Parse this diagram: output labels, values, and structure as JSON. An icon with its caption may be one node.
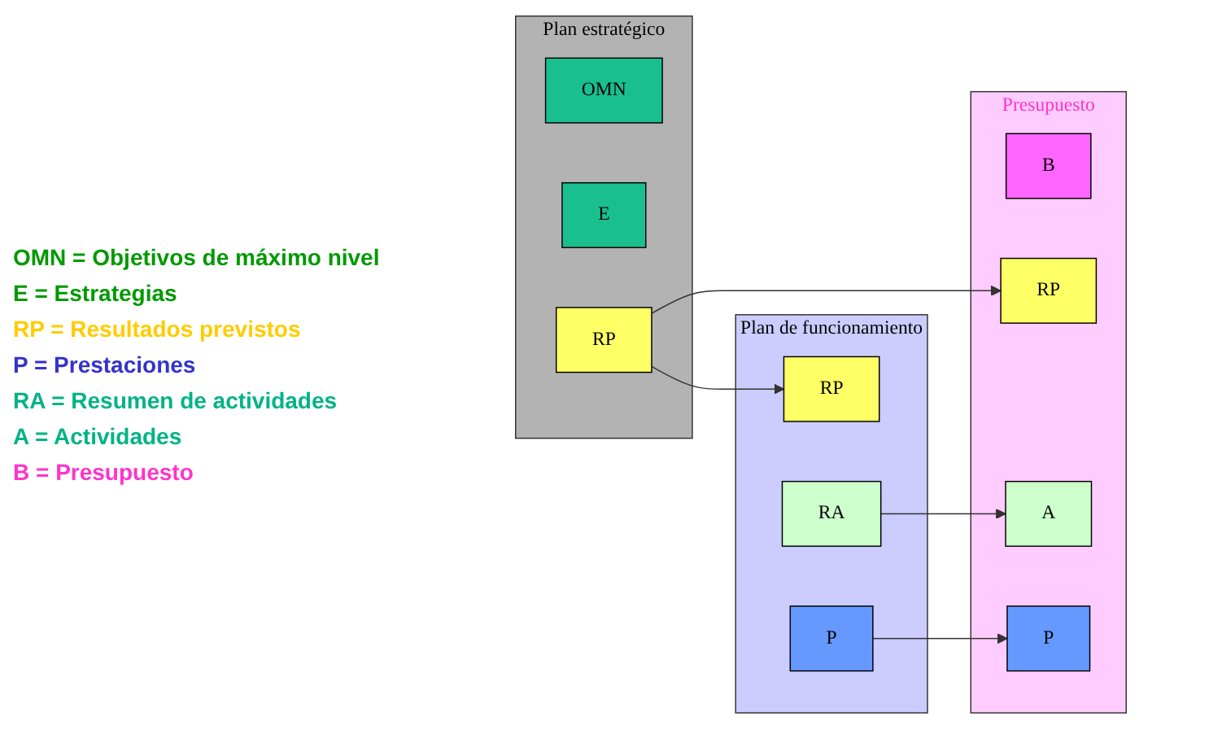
{
  "diagram": {
    "nodes": [
      {
        "text": [
          "Plan estratégico"
        ]
      },
      {
        "text": [
          "OMN"
        ],
        "in": 0
      },
      {
        "text": [
          "E"
        ],
        "in": 0
      },
      {
        "text": [
          "RP"
        ],
        "in": 0
      },
      {
        "text": [
          "Presupuesto"
        ]
      },
      {
        "text": [
          "B"
        ],
        "in": 4
      },
      {
        "text": [
          "RP"
        ],
        "in": 4
      },
      {
        "text": [
          "A"
        ],
        "in": 4
      },
      {
        "text": [
          "P"
        ],
        "in": 4
      },
      {
        "text": [
          "Plan de funcionamiento"
        ]
      },
      {
        "text": [
          "RP"
        ],
        "in": 9
      },
      {
        "text": [
          "P"
        ],
        "in": 9
      },
      {
        "text": [
          "RA"
        ],
        "in": 9
      }
    ],
    "edges": [
      {
        "from": 3,
        "to": 6,
        "arrow": "to"
      },
      {
        "from": 3,
        "to": 10,
        "arrow": "to"
      },
      {
        "from": 11,
        "to": 8,
        "arrow": "to"
      },
      {
        "from": 12,
        "to": 7,
        "arrow": "to"
      }
    ],
    "legend": [
      {
        "text": "OMN = Objetivos de máximo nivel",
        "color": "#009900"
      },
      {
        "text": "E = Estrategias",
        "color": "#009900"
      },
      {
        "text": "RP = Resultados previstos",
        "color": "#ffcc00"
      },
      {
        "text": "P = Prestaciones",
        "color": "#3333cc"
      },
      {
        "text": "RA = Resumen de actividades",
        "color": "#00b386"
      },
      {
        "text": "A = Actividades",
        "color": "#00b386"
      },
      {
        "text": "B = Presupuesto",
        "color": "#ff33cc"
      }
    ]
  }
}
